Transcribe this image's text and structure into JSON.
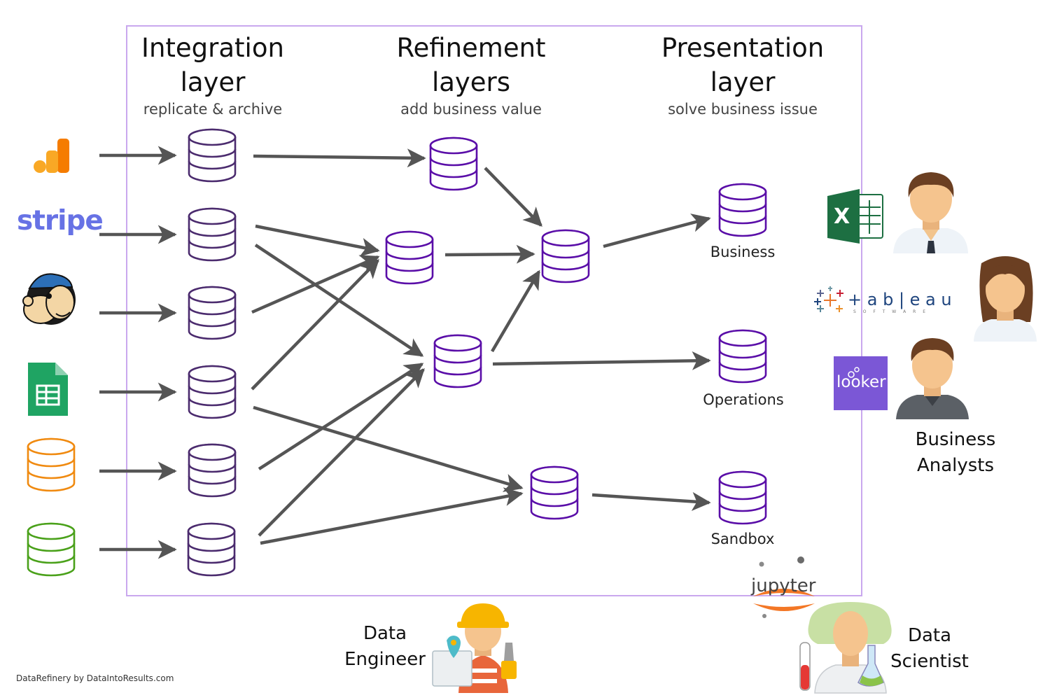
{
  "layers": {
    "integration": {
      "title_line1": "Integration",
      "title_line2": "layer",
      "subtitle": "replicate & archive"
    },
    "refinement": {
      "title_line1": "Refinement",
      "title_line2": "layers",
      "subtitle": "add business value"
    },
    "presentation": {
      "title_line1": "Presentation",
      "title_line2": "layer",
      "subtitle": "solve business issue"
    }
  },
  "marts": {
    "business": "Business",
    "operations": "Operations",
    "sandbox": "Sandbox"
  },
  "sources": {
    "stripe_logo": "stripe"
  },
  "tools": {
    "excel_letter": "X",
    "tableau_word": "+ a b | e a u",
    "tableau_sub": "S O F T W A R E",
    "looker_word": "looker",
    "jupyter_word": "jupyter"
  },
  "roles": {
    "analysts_line1": "Business",
    "analysts_line2": "Analysts",
    "engineer_line1": "Data",
    "engineer_line2": "Engineer",
    "scientist_line1": "Data",
    "scientist_line2": "Scientist"
  },
  "credit": "DataRefinery by DataIntoResults.com",
  "colors": {
    "integration_db": "#4b2b6e",
    "refinement_db": "#5a0ea8",
    "arrow": "#555555",
    "frame": "#c9a8ee",
    "orange_db": "#f08a10",
    "green_db": "#4aa11a",
    "stripe": "#6772e5",
    "looker": "#7b57d6"
  }
}
